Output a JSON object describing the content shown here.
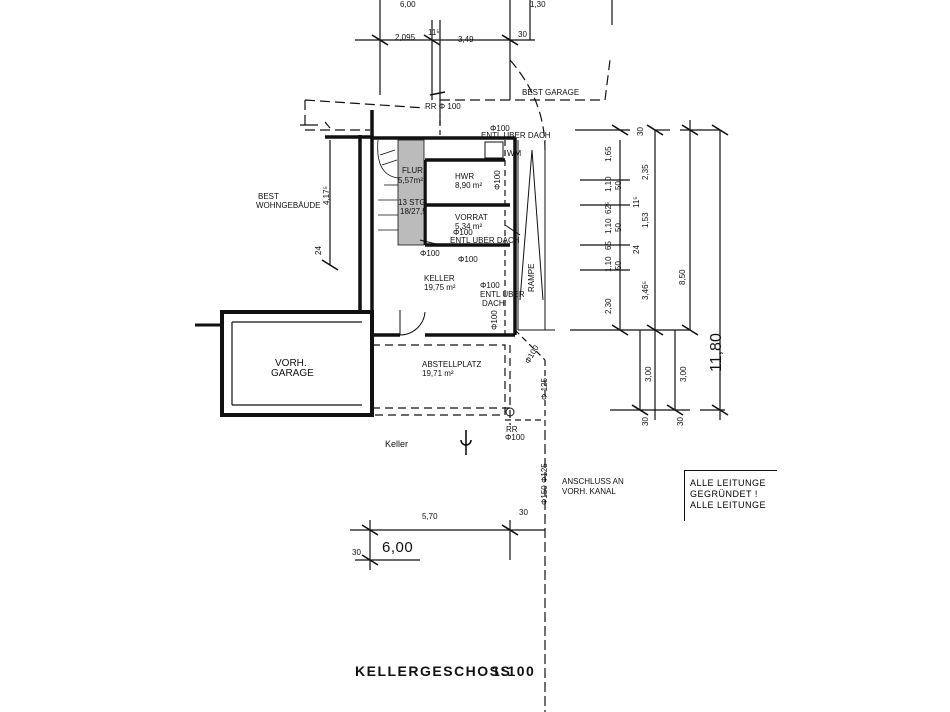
{
  "title": {
    "name": "KELLERGESCHOSS",
    "scale": "1:100"
  },
  "rooms": {
    "flur": {
      "name": "FLUR",
      "area": "5,57m²"
    },
    "hwr": {
      "name": "HWR",
      "area": "8,90 m²"
    },
    "vorrat": {
      "name": "VORRAT",
      "area": "5,34 m²"
    },
    "keller": {
      "name": "KELLER",
      "area": "19,75 m²"
    },
    "abstellplatz": {
      "name": "ABSTELLPLATZ",
      "area": "19,71 m²"
    },
    "garage": {
      "line1": "VORH.",
      "line2": "GARAGE"
    },
    "keller_note": "Keller"
  },
  "labels": {
    "best_wohngebaeude_1": "BEST",
    "best_wohngebaeude_2": "WOHNGEBÄUDE",
    "best_garage": "BEST GARAGE",
    "rampe": "RAMPE",
    "anschluss_1": "ANSCHLUSS AN",
    "anschluss_2": "VORH. KANAL",
    "rr100_top": "RR Φ 100",
    "rr100_bottom_1": "RR",
    "rr100_bottom_2": "Φ100",
    "entl_top_1": "Φ100",
    "entl_top_2": "ENTL UBER DACH",
    "entl_mid_1": "Φ100",
    "entl_mid_2": "ENTL UBER DACH",
    "entl_keller_1": "Φ100",
    "entl_keller_2": "ENTL UBER",
    "entl_keller_3": "DACH",
    "phi100_a": "Φ100",
    "phi100_b": "Φ100",
    "phi100_c": "Φ100",
    "phi100_diag": "Φ100",
    "phi125": "Φ 125",
    "phi150": "Φ150 Φ125",
    "wm": "WM",
    "stairs_1": "13 STG",
    "stairs_2": "18/27,5",
    "vorh_ft": "Φ100"
  },
  "notes": {
    "line1": "ALLE LEITUNGE",
    "line2": "GEGRÜNDET !",
    "line3": "ALLE LEITUNGE"
  },
  "dimensions": {
    "top_600": "6,00",
    "top_130": "1,30",
    "d2095": "2,095",
    "d115": "11⁵",
    "d349": "3,49",
    "d30a": "30",
    "d1175": "4,17⁵",
    "d24": "24",
    "d30r": "30",
    "d165": "1,65",
    "d110a": "1,10",
    "d50a": "50",
    "d62": "62⁵",
    "d110b": "1,10",
    "d50b": "50",
    "d110c": "1,10",
    "d235": "2,35",
    "d115b": "11⁵",
    "d153": "1,53",
    "d65": "65",
    "d24b": "24",
    "d850": "8,50",
    "d346": "3,46⁵",
    "d230": "2,30",
    "d300a": "3,00",
    "d300b": "3,00",
    "d1180": "11,80",
    "d30c": "30",
    "d30d": "30",
    "d570": "5,70",
    "d30e": "30",
    "d30f": "30",
    "d600b": "6,00"
  }
}
